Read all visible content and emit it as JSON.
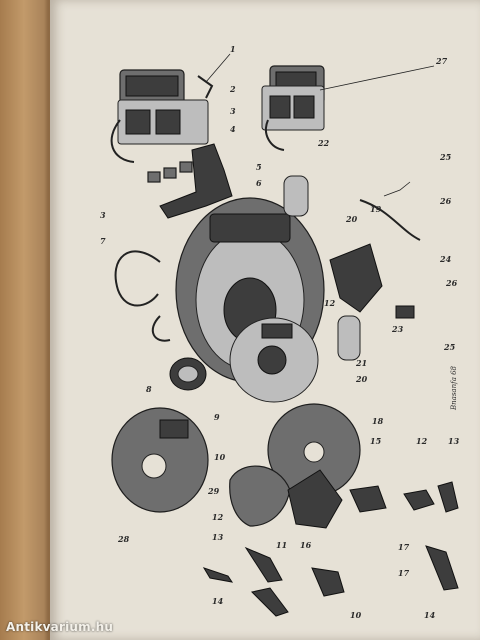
{
  "callouts": [
    "1",
    "2",
    "3",
    "4",
    "5",
    "6",
    "7",
    "8",
    "9",
    "10",
    "10",
    "11",
    "12",
    "12",
    "12",
    "13",
    "13",
    "14",
    "14",
    "15",
    "16",
    "17",
    "17",
    "18",
    "19",
    "20",
    "20",
    "21",
    "22",
    "23",
    "24",
    "25",
    "25",
    "26",
    "26",
    "27",
    "28",
    "29"
  ],
  "signature": "Bnasanfa 68",
  "watermark": "Antikvarium.hu"
}
